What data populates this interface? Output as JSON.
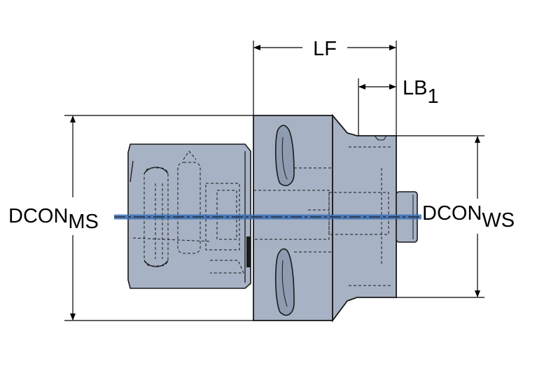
{
  "dimensions": {
    "lf": {
      "label": "LF"
    },
    "lb1": {
      "label": "LB",
      "subscript": "1"
    },
    "dcon_ms": {
      "label": "DCON",
      "subscript": "MS"
    },
    "dcon_ws": {
      "label": "DCON",
      "subscript": "WS"
    }
  },
  "colors": {
    "body_fill": "#a7b2c4",
    "body_fill_dark": "#8f9bb0",
    "outline": "#1a1a1a",
    "axis": "#3a6fb5",
    "background": "#ffffff"
  }
}
